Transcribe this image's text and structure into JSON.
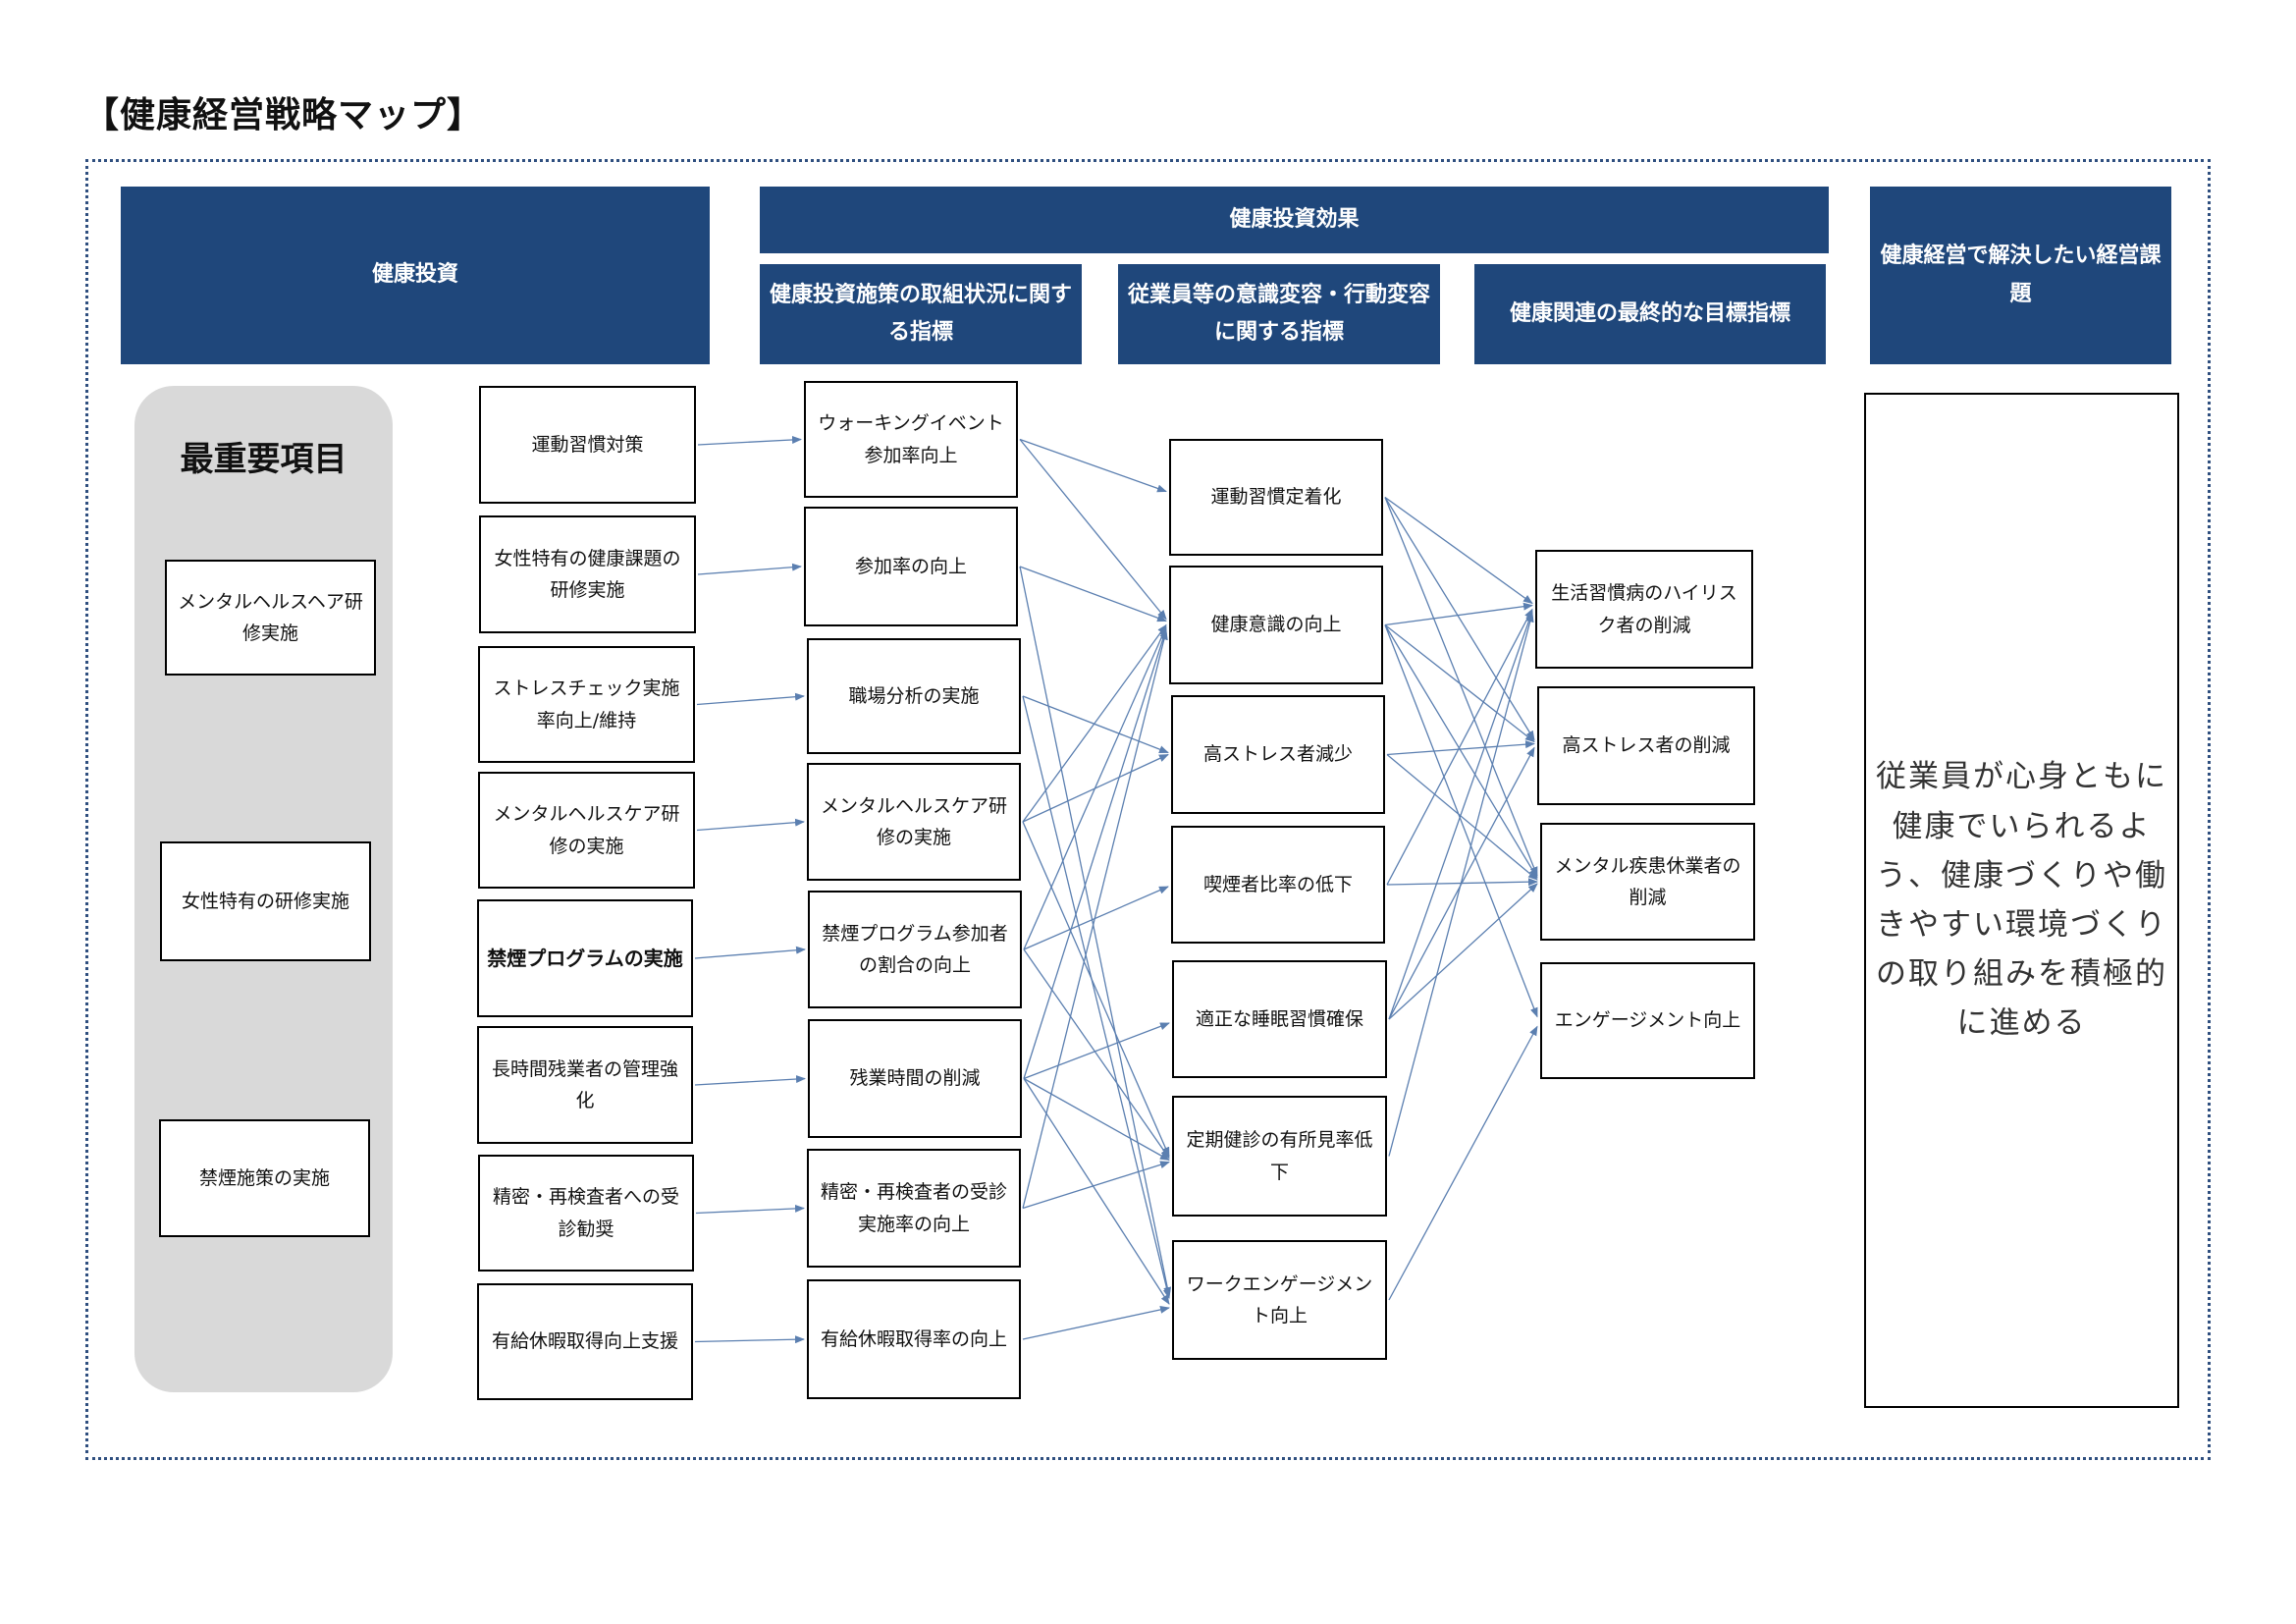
{
  "title": "【健康経営戦略マップ】",
  "headers": {
    "investment": "健康投資",
    "effects": "健康投資効果",
    "measure_indicators": "健康投資施策の取組状況に関する指標",
    "behavior_indicators": "従業員等の意識変容・行動変容に関する指標",
    "final_indicators": "健康関連の最終的な目標指標",
    "management_issue": "健康経営で解決したい経営課題"
  },
  "priority": {
    "title": "最重要項目",
    "items": [
      "メンタルヘルスヘア研修実施",
      "女性特有の研修実施",
      "禁煙施策の実施"
    ]
  },
  "investments": [
    "運動習慣対策",
    "女性特有の健康課題の研修実施",
    "ストレスチェック実施率向上/維持",
    "メンタルヘルスケア研修の実施",
    "禁煙プログラムの実施",
    "長時間残業者の管理強化",
    "精密・再検査者への受診勧奨",
    "有給休暇取得向上支援"
  ],
  "measures": [
    "ウォーキングイベント参加率向上",
    "参加率の向上",
    "職場分析の実施",
    "メンタルヘルスケア研修の実施",
    "禁煙プログラム参加者の割合の向上",
    "残業時間の削減",
    "精密・再検査者の受診実施率の向上",
    "有給休暇取得率の向上"
  ],
  "behaviors": [
    "運動習慣定着化",
    "健康意識の向上",
    "高ストレス者減少",
    "喫煙者比率の低下",
    "適正な睡眠習慣確保",
    "定期健診の有所見率低下",
    "ワークエンゲージメント向上"
  ],
  "finals": [
    "生活習慣病のハイリスク者の削減",
    "高ストレス者の削減",
    "メンタル疾患休業者の削減",
    "エンゲージメント向上"
  ],
  "goal": "従業員が心身ともに健康でいられるよう、健康づくりや働きやすい環境づくりの取り組みを積極的に進める",
  "links": {
    "investment_to_measure": [
      [
        0,
        0
      ],
      [
        1,
        1
      ],
      [
        2,
        2
      ],
      [
        3,
        3
      ],
      [
        4,
        4
      ],
      [
        5,
        5
      ],
      [
        6,
        6
      ],
      [
        7,
        7
      ]
    ],
    "measure_to_behavior": [
      [
        0,
        0
      ],
      [
        0,
        1
      ],
      [
        1,
        1
      ],
      [
        2,
        2
      ],
      [
        3,
        1
      ],
      [
        3,
        2
      ],
      [
        3,
        5
      ],
      [
        4,
        3
      ],
      [
        4,
        1
      ],
      [
        5,
        4
      ],
      [
        5,
        1
      ],
      [
        5,
        5
      ],
      [
        5,
        6
      ],
      [
        6,
        1
      ],
      [
        6,
        5
      ],
      [
        7,
        6
      ],
      [
        1,
        6
      ],
      [
        2,
        6
      ],
      [
        4,
        5
      ]
    ],
    "behavior_to_final": [
      [
        0,
        0
      ],
      [
        0,
        2
      ],
      [
        1,
        0
      ],
      [
        1,
        1
      ],
      [
        1,
        2
      ],
      [
        1,
        3
      ],
      [
        2,
        1
      ],
      [
        2,
        2
      ],
      [
        3,
        0
      ],
      [
        3,
        2
      ],
      [
        4,
        0
      ],
      [
        4,
        1
      ],
      [
        4,
        2
      ],
      [
        5,
        0
      ],
      [
        6,
        3
      ],
      [
        0,
        1
      ]
    ]
  },
  "colors": {
    "header": "#1f477b",
    "arrow": "#5b7fb0",
    "panel": "#d9d9d9"
  }
}
